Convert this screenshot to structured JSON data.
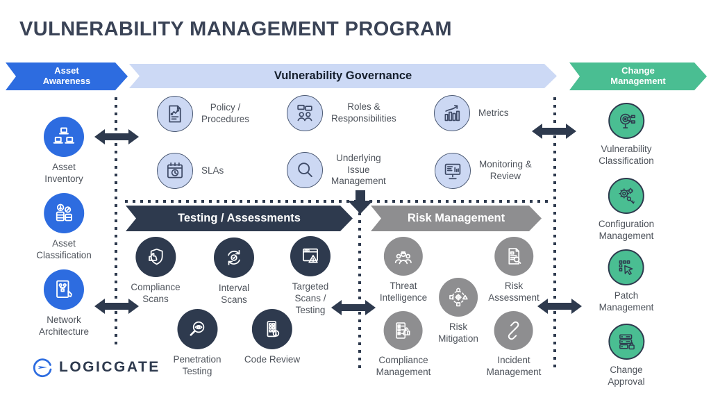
{
  "title": "VULNERABILITY MANAGEMENT PROGRAM",
  "colors": {
    "blue": "#2d6ce0",
    "light_blue": "#ccd9f5",
    "navy": "#2e3a4e",
    "gray": "#8e8e90",
    "green": "#4abe92"
  },
  "banners": {
    "asset_awareness": "Asset\nAwareness",
    "vulnerability_governance": "Vulnerability Governance",
    "change_management": "Change\nManagement",
    "testing_assessments": "Testing / Assessments",
    "risk_management": "Risk Management"
  },
  "asset_awareness": {
    "items": [
      {
        "label": "Asset\nInventory"
      },
      {
        "label": "Asset\nClassification"
      },
      {
        "label": "Network\nArchitecture"
      }
    ]
  },
  "governance": {
    "items": [
      {
        "label": "Policy /\nProcedures"
      },
      {
        "label": "Roles &\nResponsibilities"
      },
      {
        "label": "Metrics"
      },
      {
        "label": "SLAs"
      },
      {
        "label": "Underlying\nIssue\nManagement"
      },
      {
        "label": "Monitoring &\nReview"
      }
    ]
  },
  "testing": {
    "items": [
      {
        "label": "Compliance\nScans"
      },
      {
        "label": "Interval\nScans"
      },
      {
        "label": "Targeted\nScans /\nTesting"
      },
      {
        "label": "Penetration\nTesting"
      },
      {
        "label": "Code Review"
      }
    ]
  },
  "risk": {
    "items": [
      {
        "label": "Threat\nIntelligence"
      },
      {
        "label": "Risk\nAssessment"
      },
      {
        "label": "Risk\nMitigation"
      },
      {
        "label": "Compliance\nManagement"
      },
      {
        "label": "Incident\nManagement"
      }
    ]
  },
  "change": {
    "items": [
      {
        "label": "Vulnerability\nClassification"
      },
      {
        "label": "Configuration\nManagement"
      },
      {
        "label": "Patch\nManagement"
      },
      {
        "label": "Change\nApproval"
      }
    ]
  },
  "logo": {
    "text": "LOGICGATE"
  }
}
